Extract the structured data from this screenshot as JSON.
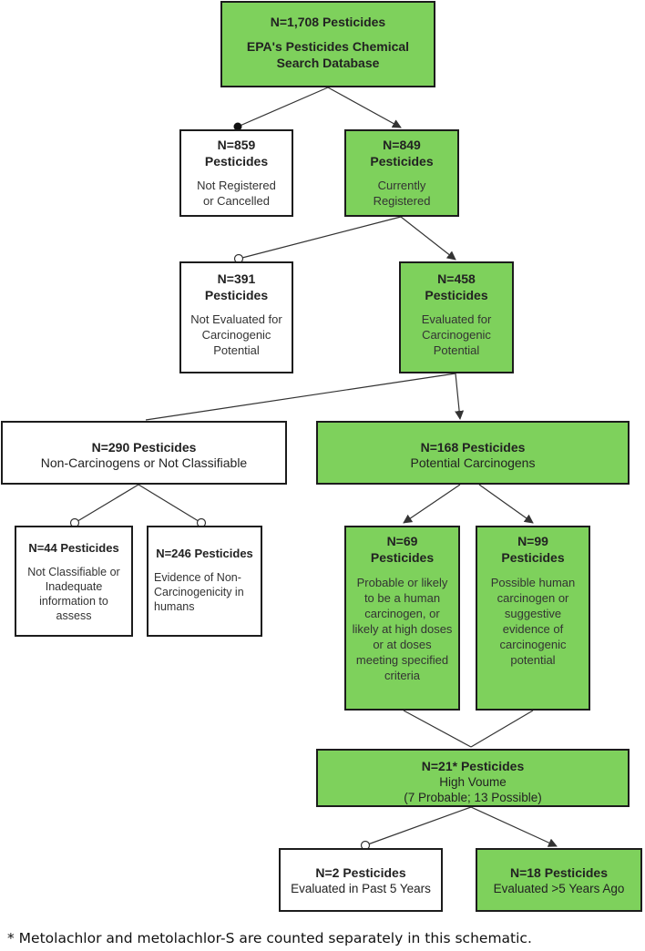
{
  "nodes": {
    "root": {
      "title": "N=1,708 Pesticides",
      "desc": "EPA's Pesticides Chemical Search Database",
      "color": "green"
    },
    "not_registered": {
      "title": "N=859 Pesticides",
      "desc": "Not Registered or Cancelled",
      "color": "white"
    },
    "registered": {
      "title": "N=849 Pesticides",
      "desc": "Currently Registered",
      "color": "green"
    },
    "not_evaluated": {
      "title": "N=391 Pesticides",
      "desc": "Not Evaluated for Carcinogenic Potential",
      "color": "white"
    },
    "evaluated": {
      "title": "N=458 Pesticides",
      "desc": "Evaluated for Carcinogenic Potential",
      "color": "green"
    },
    "non_carcinogens": {
      "title": "N=290 Pesticides",
      "desc": "Non-Carcinogens or Not Classifiable",
      "color": "white"
    },
    "potential_carcinogens": {
      "title": "N=168 Pesticides",
      "desc": "Potential Carcinogens",
      "color": "green"
    },
    "not_classifiable": {
      "title": "N=44 Pesticides",
      "desc": "Not Classifiable or Inadequate information to assess",
      "color": "white"
    },
    "non_carcinogenicity": {
      "title": "N=246 Pesticides",
      "desc": "Evidence of Non-Carcinogenicity in humans",
      "color": "white"
    },
    "probable": {
      "title": "N=69 Pesticides",
      "desc": "Probable or likely to be a human carcinogen, or likely at high doses or at doses meeting specified criteria",
      "color": "green"
    },
    "possible": {
      "title": "N=99 Pesticides",
      "desc": "Possible human carcinogen or suggestive evidence of carcinogenic potential",
      "color": "green"
    },
    "high_volume": {
      "title": "N=21* Pesticides",
      "desc": "High Voume",
      "desc2": "(7 Probable; 13 Possible)",
      "color": "green"
    },
    "past_5_years": {
      "title": "N=2 Pesticides",
      "desc": "Evaluated in Past 5 Years",
      "color": "white"
    },
    "over_5_years": {
      "title": "N=18 Pesticides",
      "desc": "Evaluated >5 Years Ago",
      "color": "green"
    }
  },
  "footnote": "* Metolachlor and metolachlor-S are counted separately in this schematic.",
  "colors": {
    "green": "#7ed15c",
    "border": "#1c1c1c",
    "line": "#333333"
  }
}
